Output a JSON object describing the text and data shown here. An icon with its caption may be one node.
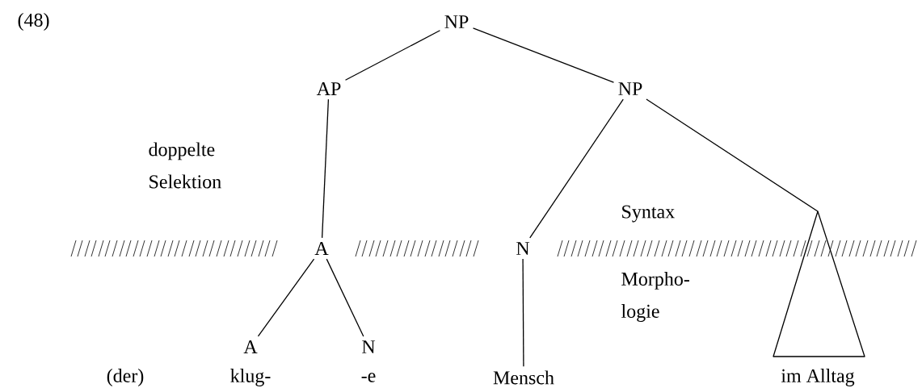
{
  "diagram": {
    "nodes": [
      {
        "text": [
          "NP"
        ]
      },
      {
        "text": [
          "AP"
        ]
      },
      {
        "text": [
          "NP"
        ]
      },
      {
        "text": [
          "A"
        ]
      },
      {
        "text": [
          "N"
        ]
      },
      {
        "text": [],
        "shape": "triangle",
        "beside": [
          "im Alltag"
        ]
      },
      {
        "text": [
          "A"
        ],
        "beside": [
          "klug-"
        ]
      },
      {
        "text": [
          "N"
        ],
        "beside": [
          "-e"
        ]
      },
      {
        "text": [
          "Mensch"
        ]
      }
    ],
    "edges": [
      {
        "from": 0,
        "to": 1,
        "arrow": "none"
      },
      {
        "from": 0,
        "to": 2,
        "arrow": "none"
      },
      {
        "from": 1,
        "to": 3,
        "arrow": "none"
      },
      {
        "from": 2,
        "to": 4,
        "arrow": "none"
      },
      {
        "from": 2,
        "to": 5,
        "arrow": "none"
      },
      {
        "from": 3,
        "to": 6,
        "arrow": "none"
      },
      {
        "from": 3,
        "to": 7,
        "arrow": "none"
      },
      {
        "from": 4,
        "to": 8,
        "arrow": "none"
      }
    ],
    "labels": [
      "(48)",
      "doppelte Selektion",
      "Syntax",
      "Morpho- logie",
      "(der)"
    ]
  }
}
